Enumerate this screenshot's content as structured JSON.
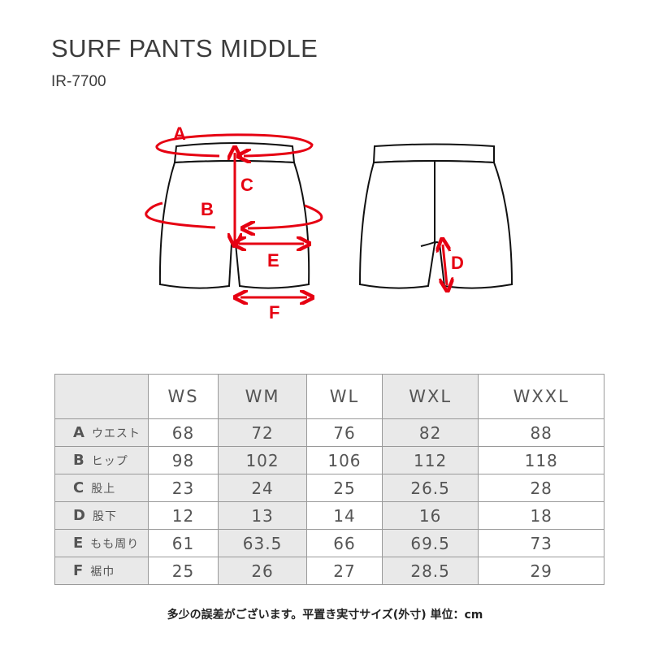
{
  "header": {
    "title": "SURF PANTS MIDDLE",
    "code": "IR-7700"
  },
  "diagram": {
    "labels": [
      "A",
      "B",
      "C",
      "D",
      "E",
      "F"
    ],
    "accent": "#e60012"
  },
  "table": {
    "columns": [
      "WS",
      "WM",
      "WL",
      "WXL",
      "WXXL"
    ],
    "rows": [
      {
        "letter": "A",
        "name": "ウエスト",
        "values": [
          "68",
          "72",
          "76",
          "82",
          "88"
        ]
      },
      {
        "letter": "B",
        "name": "ヒップ",
        "values": [
          "98",
          "102",
          "106",
          "112",
          "118"
        ]
      },
      {
        "letter": "C",
        "name": "股上",
        "values": [
          "23",
          "24",
          "25",
          "26.5",
          "28"
        ]
      },
      {
        "letter": "D",
        "name": "股下",
        "values": [
          "12",
          "13",
          "14",
          "16",
          "18"
        ]
      },
      {
        "letter": "E",
        "name": "もも周り",
        "values": [
          "61",
          "63.5",
          "66",
          "69.5",
          "73"
        ]
      },
      {
        "letter": "F",
        "name": "裾巾",
        "values": [
          "25",
          "26",
          "27",
          "28.5",
          "29"
        ]
      }
    ]
  },
  "footer": {
    "note": "多少の誤差がございます。平置き実寸サイズ(外寸) 単位：cm"
  }
}
